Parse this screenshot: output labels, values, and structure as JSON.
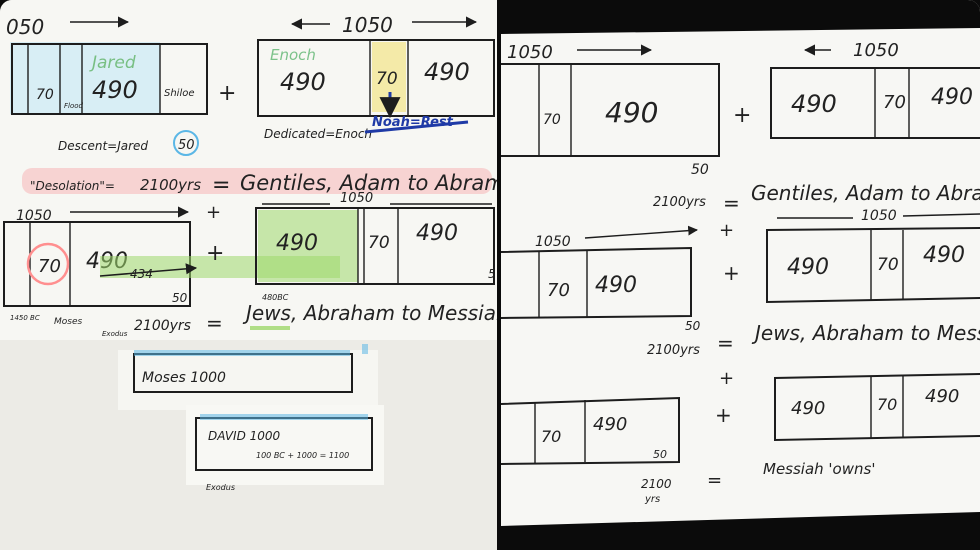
{
  "left": {
    "row1": {
      "top_span": "050",
      "boxA": {
        "small": "70",
        "big": "490",
        "label_green": "Jared",
        "tiny_vertical": "Flood",
        "descent": "Descent=Jared",
        "side": "50",
        "ribbon": "Shiloe"
      },
      "plus": "+",
      "top_span_b": "1050",
      "boxB": {
        "a": "490",
        "b": "70",
        "c": "490",
        "label_green": "Enoch",
        "dedicated": "Dedicated=Enoch",
        "noah": "Noah=Rest"
      }
    },
    "desolation": {
      "prefix": "\"Desolation\"=",
      "years": "2100yrs",
      "eq": "=",
      "phrase": "Gentiles, Adam to Abram"
    },
    "row2": {
      "span": "1050",
      "plus_top": "+",
      "span_b": "1050",
      "boxA": {
        "small": "70",
        "big": "490",
        "arrow_label": "434",
        "side": "50"
      },
      "plus": "+",
      "boxB": {
        "a": "490",
        "b": "70",
        "c": "490",
        "marks": "480BC",
        "side": "5"
      },
      "tiny_labels": [
        "Moses",
        "1450 BC",
        "Exodus"
      ]
    },
    "jews": {
      "years": "2100yrs",
      "eq": "=",
      "phrase": "Jews, Abraham to Messiah"
    },
    "moses_note": "Moses 1000",
    "david_note": {
      "line1": "DAVID 1000",
      "line2": "100 BC + 1000 = 1100",
      "side": "Exodus"
    }
  },
  "right": {
    "row1": {
      "span": "1050",
      "span_b": "1050",
      "boxA": {
        "small": "70",
        "big": "490",
        "side": "50"
      },
      "plus": "+",
      "boxB": {
        "a": "490",
        "b": "70",
        "c": "490"
      }
    },
    "gentiles": {
      "years": "2100yrs",
      "eq": "=",
      "phrase": "Gentiles, Adam to Abram",
      "plus": "+"
    },
    "row2": {
      "span": "1050",
      "span_b": "1050",
      "boxA": {
        "small": "70",
        "big": "490",
        "side": "50"
      },
      "plus": "+",
      "boxB": {
        "a": "490",
        "b": "70",
        "c": "490"
      }
    },
    "jews": {
      "years": "2100yrs",
      "eq": "=",
      "phrase": "Jews, Abraham to Messiah",
      "plus": "+"
    },
    "row3": {
      "boxA": {
        "small": "70",
        "big": "490",
        "side": "50"
      },
      "plus": "+",
      "boxB": {
        "a": "490",
        "b": "70",
        "c": "490"
      }
    },
    "messiah": {
      "years_top": "2100",
      "years_bottom": "yrs",
      "eq": "=",
      "phrase": "Messiah 'owns'"
    }
  },
  "colors": {
    "ink": "#1d1d1d",
    "highlight_green": "#9fd86b",
    "highlight_blue": "#5bb7e6",
    "highlight_pink": "#ff8f8f",
    "highlight_yellow": "#f3e06a",
    "marker_blue": "#1f3aa6"
  }
}
